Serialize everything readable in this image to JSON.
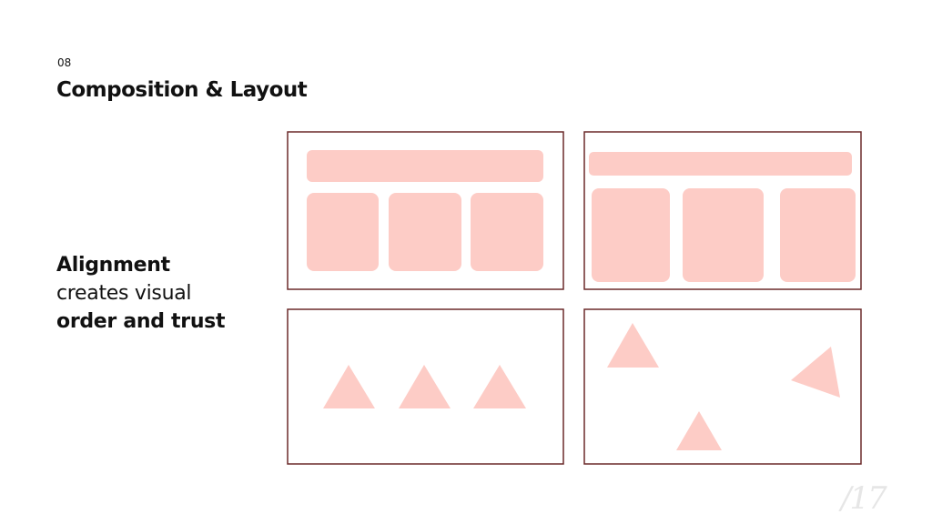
{
  "slide_number": "08",
  "title": "Composition & Layout",
  "tagline": {
    "line1": "Alignment",
    "line2": "creates visual",
    "line3": "order and trust"
  },
  "logo_text": "/17",
  "colors": {
    "shape": "#fdccc6",
    "frame": "#6b2a2a"
  }
}
